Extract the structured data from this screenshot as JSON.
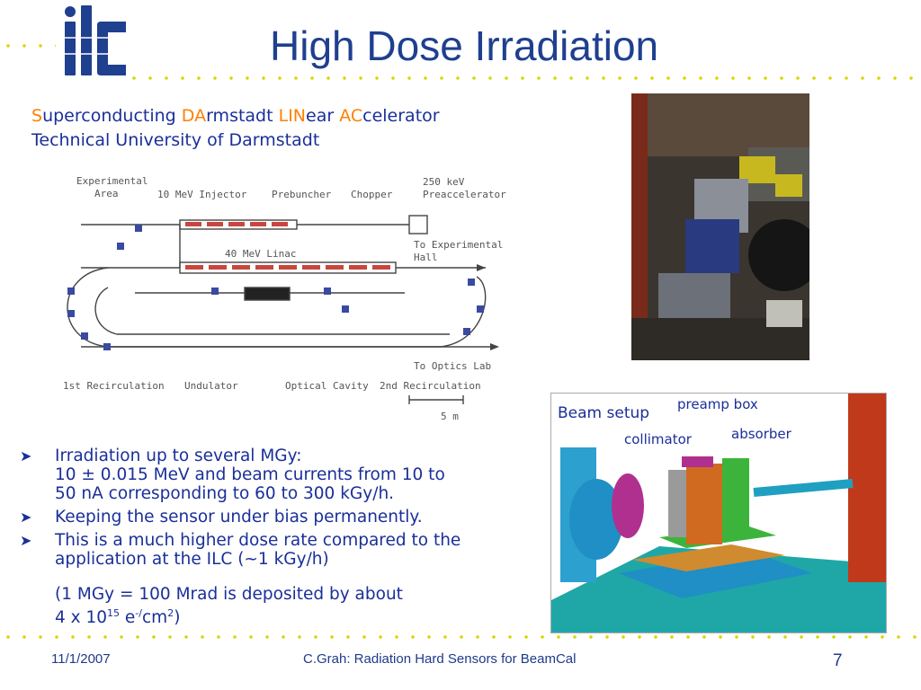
{
  "slide": {
    "title": "High Dose Irradiation",
    "logo_text": "ilc",
    "accelerator_name": {
      "p1": "S",
      "p2": "uperconducting ",
      "p3": "DA",
      "p4": "rmstadt ",
      "p5": "LIN",
      "p6": "ear ",
      "p7": "AC",
      "p8": "celerator"
    },
    "university": "Technical University of Darmstadt"
  },
  "diagram": {
    "labels": {
      "experimental_area": [
        "Experimental",
        "Area"
      ],
      "injector": "10 MeV Injector",
      "prebuncher": "Prebuncher",
      "chopper": "Chopper",
      "preaccelerator": [
        "250 keV",
        "Preaccelerator"
      ],
      "linac": "40 MeV Linac",
      "to_experimental_hall": [
        "To Experimental",
        "Hall"
      ],
      "to_optics_lab": "To Optics Lab",
      "first_recirculation": "1st Recirculation",
      "undulator": "Undulator",
      "optical_cavity": "Optical Cavity",
      "second_recirculation": "2nd Recirculation",
      "scale": "5 m"
    }
  },
  "bullets": [
    {
      "line1": "Irradiation up to several MGy:",
      "line2": "10 ± 0.015 MeV and beam currents from 10 to",
      "line3": "50 nA corresponding to 60 to 300 kGy/h."
    },
    {
      "line1": "Keeping the sensor under bias permanently."
    },
    {
      "line1": "This is a much higher dose rate compared to the",
      "line2": "application at the ILC (~1 kGy/h)"
    }
  ],
  "note": {
    "line1": "(1 MGy = 100 Mrad is deposited by about",
    "line2_a": "4 x 10",
    "sup1": "15",
    "line2_b": " e",
    "sup2": "-/",
    "line2_c": "cm",
    "sup3": "2",
    "line2_d": ")"
  },
  "setup_figure": {
    "labels": {
      "beam_setup": "Beam setup",
      "preamp_box": "preamp box",
      "absorber": "absorber",
      "collimator": "collimator"
    }
  },
  "footer": {
    "date": "11/1/2007",
    "center": "C.Grah: Radiation Hard Sensors for BeamCal",
    "page": "7"
  },
  "colors": {
    "primary_text": "#1a2f99",
    "accent": "#ff7f00",
    "dots": "#d6d800"
  }
}
